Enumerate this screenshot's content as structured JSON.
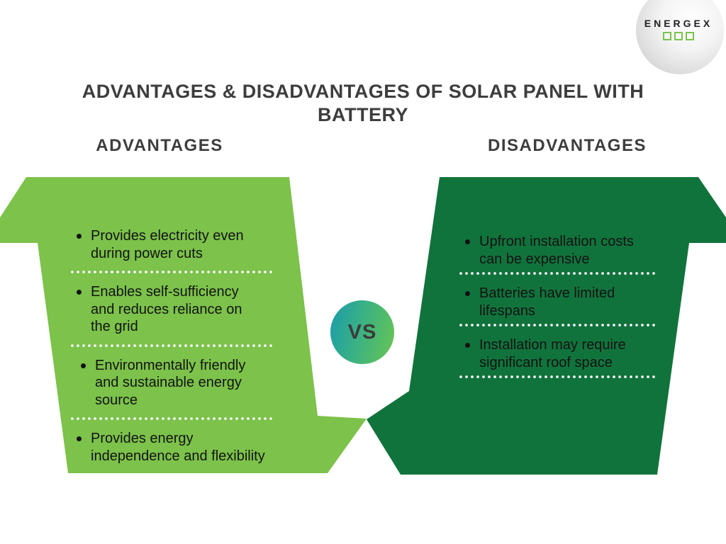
{
  "colors": {
    "light_green": "#7cc24b",
    "dark_green": "#11733c",
    "title_gray": "#3d3d3d",
    "text_black": "#131313",
    "vs_teal": "#1b9cab",
    "vs_green": "#68c454",
    "logo_accent": "#7cc24e",
    "dotted_white": "#ffffff"
  },
  "logo": {
    "text": "ENERGEX"
  },
  "title": {
    "line1": "ADVANTAGES & DISADVANTAGES OF SOLAR PANEL WITH",
    "line2": "BATTERY"
  },
  "vs_badge": {
    "label": "VS"
  },
  "advantages": {
    "heading": "ADVANTAGES",
    "items": [
      "Provides electricity even\nduring power cuts",
      "Enables self-sufficiency\nand reduces reliance on\nthe grid",
      "Environmentally friendly\nand sustainable energy\nsource",
      "Provides energy\nindependence and flexibility"
    ]
  },
  "disadvantages": {
    "heading": "DISADVANTAGES",
    "items": [
      "Upfront installation costs\ncan be expensive",
      "Batteries have limited\nlifespans",
      "Installation may require\nsignificant roof space"
    ]
  }
}
